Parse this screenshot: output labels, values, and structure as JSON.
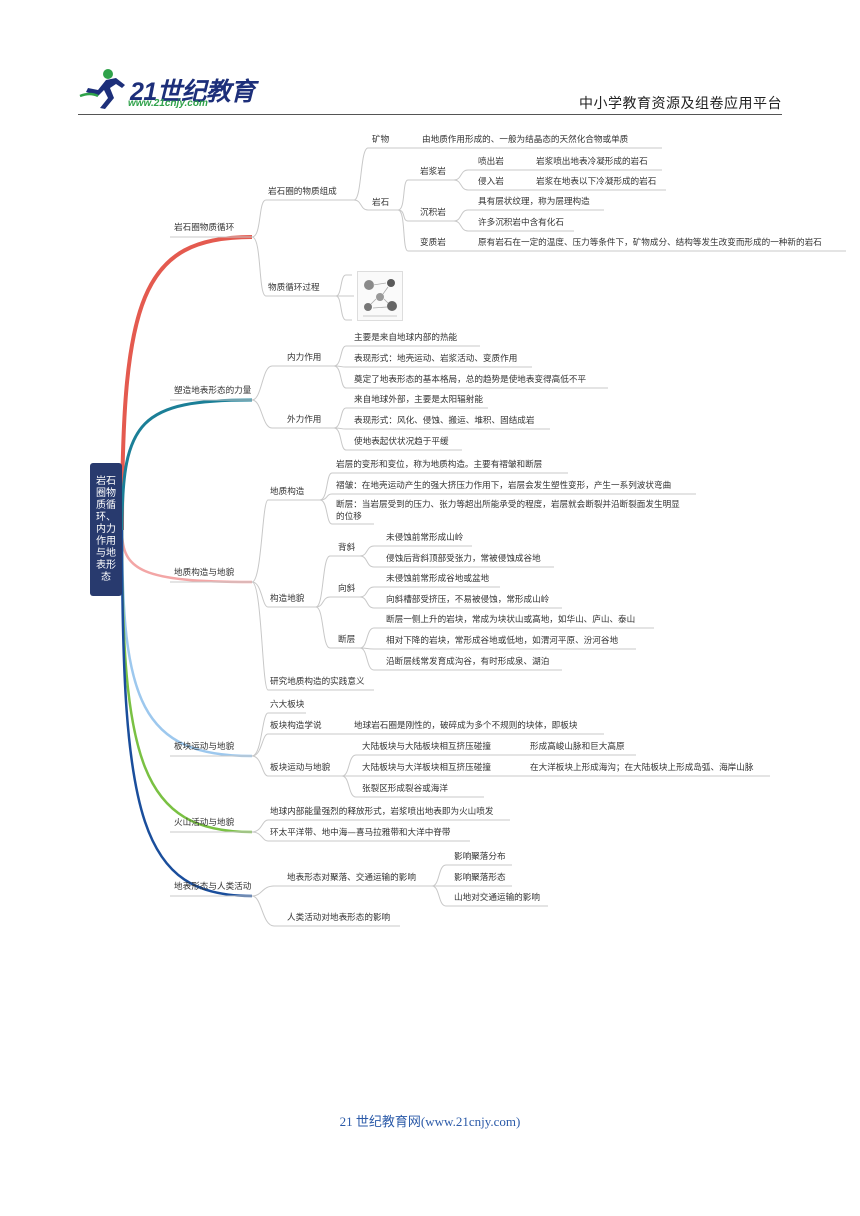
{
  "header": {
    "logo_text": "21世纪教育",
    "logo_url": "www.21cnjy.com",
    "platform": "中小学教育资源及组卷应用平台"
  },
  "footer": {
    "text": "21 世纪教育网(www.21cnjy.com)"
  },
  "colors": {
    "root": "#283a6e",
    "branch1": "#e45a4f",
    "branch2": "#1b7f97",
    "branch3": "#f3a6a6",
    "branch4": "#9dc8ee",
    "branch5": "#7ac143",
    "branch6": "#1a4e9c",
    "connector": "#c8c8c8"
  },
  "mindmap": {
    "root": "岩石圈物质循环、内力作用与地表形态",
    "branches": {
      "b1": {
        "label": "岩石圈物质循环",
        "composition": {
          "label": "岩石圈的物质组成",
          "mineral": {
            "label": "矿物",
            "desc": "由地质作用形成的、一般为结晶态的天然化合物或单质"
          },
          "rock": {
            "label": "岩石",
            "igneous": {
              "label": "岩浆岩",
              "extrusive": {
                "label": "喷出岩",
                "desc": "岩浆喷出地表冷凝形成的岩石"
              },
              "intrusive": {
                "label": "侵入岩",
                "desc": "岩浆在地表以下冷凝形成的岩石"
              }
            },
            "sedimentary": {
              "label": "沉积岩",
              "items": [
                "具有层状纹理，称为层理构造",
                "许多沉积岩中含有化石"
              ]
            },
            "metamorphic": {
              "label": "变质岩",
              "desc": "原有岩石在一定的温度、压力等条件下，矿物成分、结构等发生改变而形成的一种新的岩石"
            }
          }
        },
        "cycle": {
          "label": "物质循环过程"
        }
      },
      "b2": {
        "label": "塑造地表形态的力量",
        "internal": {
          "label": "内力作用",
          "items": [
            "主要是来自地球内部的热能",
            "表现形式：地壳运动、岩浆活动、变质作用",
            "奠定了地表形态的基本格局，总的趋势是使地表变得高低不平"
          ]
        },
        "external": {
          "label": "外力作用",
          "items": [
            "来自地球外部，主要是太阳辐射能",
            "表现形式：风化、侵蚀、搬运、堆积、固结成岩",
            "使地表起伏状况趋于平缓"
          ]
        }
      },
      "b3": {
        "label": "地质构造与地貌",
        "structure": {
          "label": "地质构造",
          "items": [
            "岩层的变形和变位，称为地质构造。主要有褶皱和断层",
            "褶皱：在地壳运动产生的强大挤压力作用下，岩层会发生塑性变形，产生一系列波状弯曲",
            "断层：当岩层受到的压力、张力等超出所能承受的程度，岩层就会断裂并沿断裂面发生明显",
            "的位移"
          ]
        },
        "landform": {
          "label": "构造地貌",
          "anticline": {
            "label": "背斜",
            "items": [
              "未侵蚀前常形成山岭",
              "侵蚀后背斜顶部受张力，常被侵蚀成谷地"
            ]
          },
          "syncline": {
            "label": "向斜",
            "items": [
              "未侵蚀前常形成谷地或盆地",
              "向斜槽部受挤压，不易被侵蚀，常形成山岭"
            ]
          },
          "fault": {
            "label": "断层",
            "items": [
              "断层一侧上升的岩块，常成为块状山或高地，如华山、庐山、泰山",
              "相对下降的岩块，常形成谷地或低地，如渭河平原、汾河谷地",
              "沿断层线常发育成沟谷，有时形成泉、湖泊"
            ]
          }
        },
        "practice": {
          "label": "研究地质构造的实践意义"
        }
      },
      "b4": {
        "label": "板块运动与地貌",
        "six": {
          "label": "六大板块"
        },
        "theory": {
          "label": "板块构造学说",
          "desc": "地球岩石圈是刚性的，破碎成为多个不规则的块体，即板块"
        },
        "movement": {
          "label": "板块运动与地貌",
          "cc": {
            "label": "大陆板块与大陆板块相互挤压碰撞",
            "desc": "形成高峻山脉和巨大高原"
          },
          "co": {
            "label": "大陆板块与大洋板块相互挤压碰撞",
            "desc": "在大洋板块上形成海沟；在大陆板块上形成岛弧、海岸山脉"
          },
          "rift": {
            "label": "张裂区形成裂谷或海洋"
          }
        }
      },
      "b5": {
        "label": "火山活动与地貌",
        "items": [
          "地球内部能量强烈的释放形式，岩浆喷出地表即为火山喷发",
          "环太平洋带、地中海—喜马拉雅带和大洋中脊带"
        ]
      },
      "b6": {
        "label": "地表形态与人类活动",
        "effect": {
          "label": "地表形态对聚落、交通运输的影响",
          "items": [
            "影响聚落分布",
            "影响聚落形态",
            "山地对交通运输的影响"
          ]
        },
        "human": {
          "label": "人类活动对地表形态的影响"
        }
      }
    }
  }
}
